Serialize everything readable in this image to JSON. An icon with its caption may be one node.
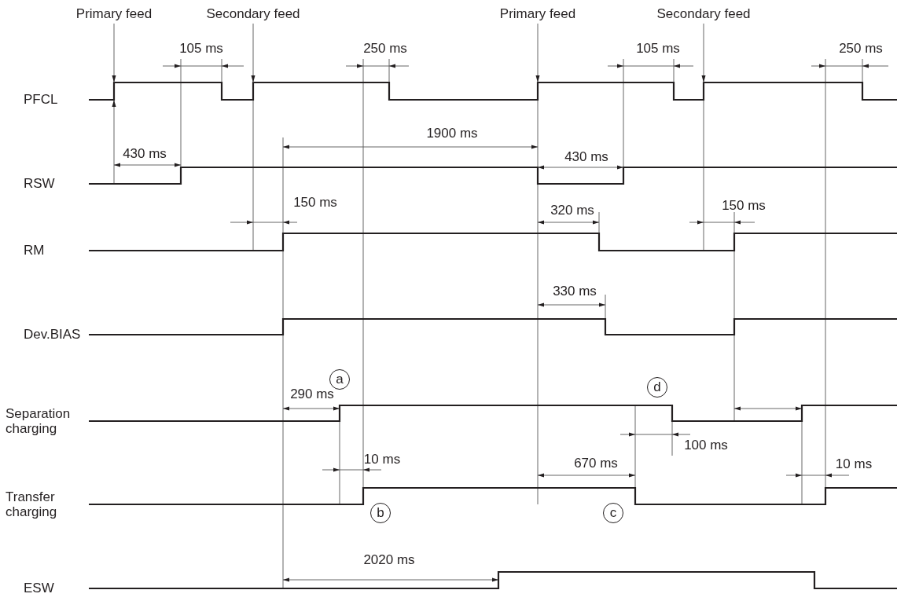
{
  "diagram": {
    "nodes": [
      {
        "text": [
          "Primary feed"
        ]
      },
      {
        "text": [
          "Secondary feed"
        ]
      },
      {
        "text": [
          "Primary feed"
        ]
      },
      {
        "text": [
          "Secondary feed"
        ]
      },
      {
        "text": [
          "a"
        ]
      },
      {
        "text": [
          "d"
        ]
      },
      {
        "text": [
          "b"
        ]
      },
      {
        "text": [
          "c"
        ]
      }
    ],
    "edges": [
      {
        "from": 0,
        "to": null,
        "arrow": "to"
      },
      {
        "from": 1,
        "to": null,
        "arrow": "to"
      },
      {
        "from": 2,
        "to": null,
        "arrow": "to"
      },
      {
        "from": 3,
        "to": null,
        "arrow": "to"
      }
    ],
    "labels": [
      "105 ms",
      "250 ms",
      "105 ms",
      "250 ms",
      "PFCL",
      "1900 ms",
      "430 ms",
      "430 ms",
      "RSW",
      "150 ms",
      "320 ms",
      "150 ms",
      "RM",
      "330 ms",
      "Dev.BIAS",
      "290 ms",
      "Separation charging",
      "100 ms",
      "10 ms",
      "670 ms",
      "10 ms",
      "Transfer charging",
      "2020 ms",
      "ESW"
    ]
  }
}
